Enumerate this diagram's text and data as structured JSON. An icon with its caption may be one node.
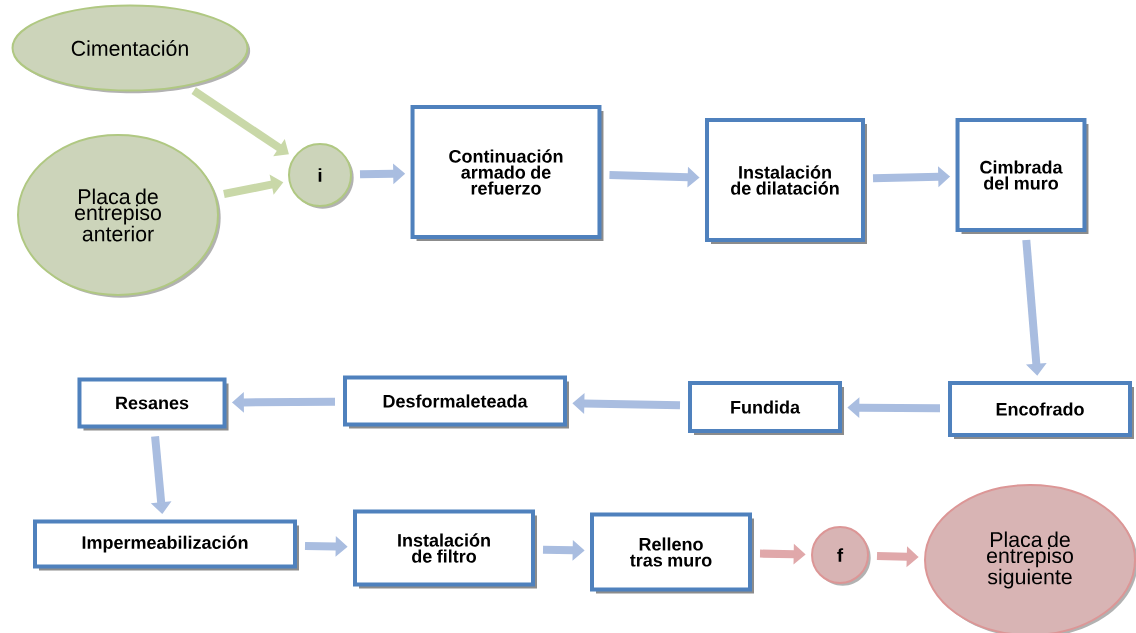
{
  "diagram": {
    "nodes": [
      {
        "text": [
          "Cimentación"
        ]
      },
      {
        "text": [
          "Placa de entrepiso anterior"
        ]
      },
      {
        "text": [
          "i"
        ]
      },
      {
        "text": [
          "Continuación armado de refuerzo"
        ]
      },
      {
        "text": [
          "Instalación de dilatación"
        ]
      },
      {
        "text": [
          "Cimbrada del muro"
        ]
      },
      {
        "text": [
          "Encofrado"
        ]
      },
      {
        "text": [
          "Fundida"
        ]
      },
      {
        "text": [
          "Desformaleteada"
        ]
      },
      {
        "text": [
          "Resanes"
        ]
      },
      {
        "text": [
          "Impermeabilización"
        ]
      },
      {
        "text": [
          "Instalación de filtro"
        ]
      },
      {
        "text": [
          "Relleno tras muro"
        ]
      },
      {
        "text": [
          "f"
        ]
      },
      {
        "text": [
          "Placa de entrepiso siguiente"
        ]
      }
    ],
    "edges": [
      {
        "from": 0,
        "to": 2,
        "arrow": "to",
        "color": "#c9d8a8"
      },
      {
        "from": 1,
        "to": 2,
        "arrow": "to",
        "color": "#c9d8a8"
      },
      {
        "from": 2,
        "to": 3,
        "arrow": "to"
      },
      {
        "from": 3,
        "to": 4,
        "arrow": "to"
      },
      {
        "from": 4,
        "to": 5,
        "arrow": "to"
      },
      {
        "from": 5,
        "to": 6,
        "arrow": "to"
      },
      {
        "from": 6,
        "to": 7,
        "arrow": "to"
      },
      {
        "from": 7,
        "to": 8,
        "arrow": "to"
      },
      {
        "from": 8,
        "to": 9,
        "arrow": "to"
      },
      {
        "from": 9,
        "to": 10,
        "arrow": "to"
      },
      {
        "from": 10,
        "to": 11,
        "arrow": "to"
      },
      {
        "from": 11,
        "to": 12,
        "arrow": "to"
      },
      {
        "from": 12,
        "to": 13,
        "arrow": "to",
        "color": "#e0a8aa"
      },
      {
        "from": 13,
        "to": 14,
        "arrow": "to",
        "color": "#e0a8aa"
      }
    ]
  }
}
